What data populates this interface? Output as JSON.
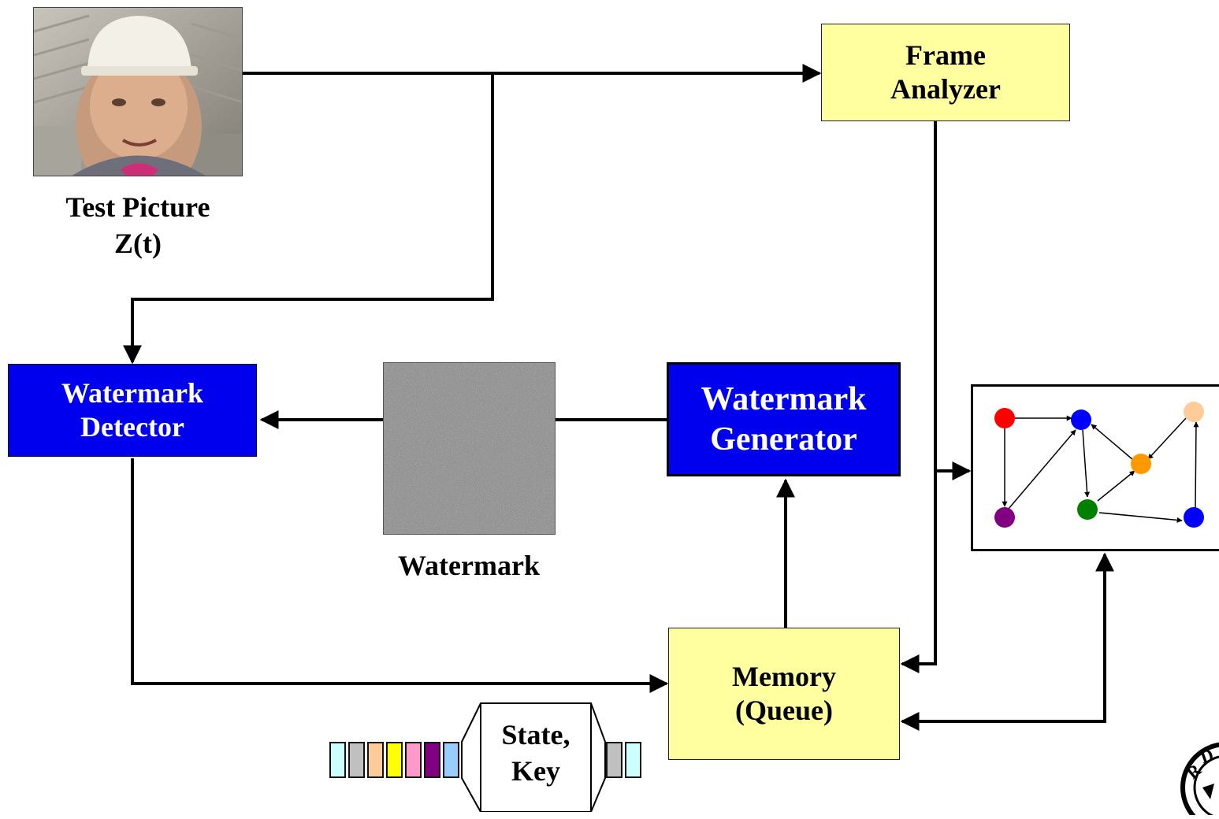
{
  "diagram": {
    "test_picture": {
      "caption_line1": "Test Picture",
      "caption_line2": "Z(t)"
    },
    "frame_analyzer": {
      "line1": "Frame",
      "line2": "Analyzer"
    },
    "watermark_detector": {
      "line1": "Watermark",
      "line2": "Detector"
    },
    "watermark_generator": {
      "line1": "Watermark",
      "line2": "Generator"
    },
    "watermark_image": {
      "caption": "Watermark"
    },
    "memory": {
      "line1": "Memory",
      "line2": "(Queue)"
    },
    "state_key": {
      "line1": "State,",
      "line2": "Key"
    },
    "queue_cells_left": [
      "#ccffff",
      "#c0c0c0",
      "#ffcc99",
      "#ffff00",
      "#ff99cc",
      "#800080",
      "#99ccff"
    ],
    "queue_cells_right": [
      "#c0c0c0",
      "#ccffff"
    ],
    "state_graph_nodes": [
      "#ff0000",
      "#0000ff",
      "#ffcc99",
      "#ff9900",
      "#008000",
      "#800080",
      "#0000ff"
    ],
    "colors": {
      "yellow_box": "#ffffa0",
      "blue_box": "#0000ee",
      "wire": "#000000"
    }
  }
}
